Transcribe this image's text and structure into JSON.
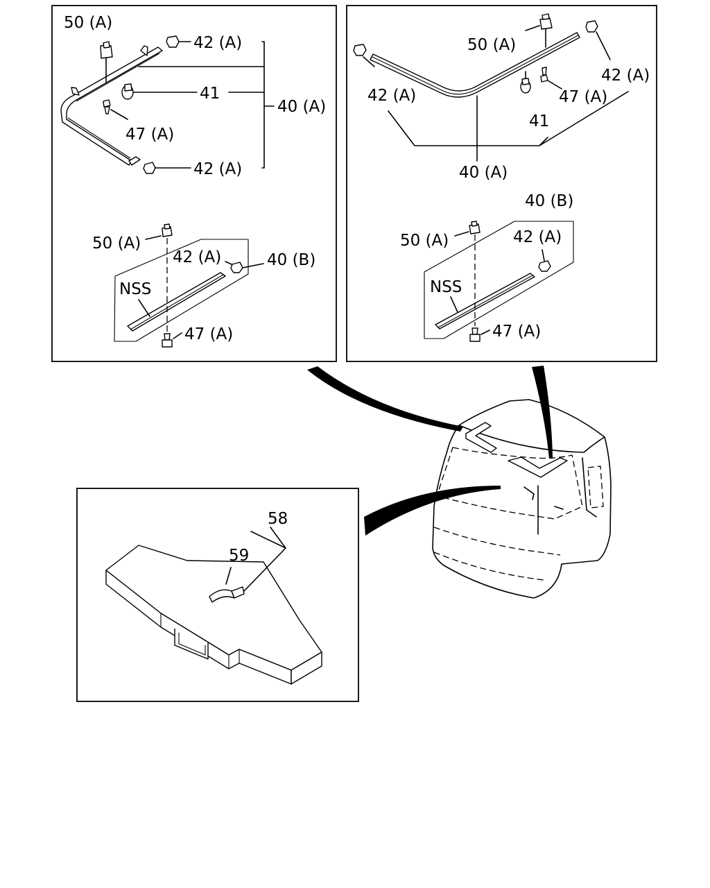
{
  "labels": {
    "tl_50a": "50 (A)",
    "tl_42a_top": "42 (A)",
    "tl_41": "41",
    "tl_40a": "40 (A)",
    "tl_47a": "47 (A)",
    "tl_42a_bottom": "42 (A)",
    "tl_50a_lower": "50 (A)",
    "tl_42a_lower": "42 (A)",
    "tl_40b": "40 (B)",
    "tl_nss": "NSS",
    "tl_47a_lower": "47 (A)",
    "tr_50a": "50 (A)",
    "tr_42a_left": "42 (A)",
    "tr_42a_right": "42 (A)",
    "tr_47a": "47 (A)",
    "tr_41": "41",
    "tr_40a": "40 (A)",
    "tr_40b": "40 (B)",
    "tr_50a_lower": "50 (A)",
    "tr_42a_lower": "42 (A)",
    "tr_nss": "NSS",
    "tr_47a_lower": "47 (A)",
    "bl_58": "58",
    "bl_59": "59"
  }
}
